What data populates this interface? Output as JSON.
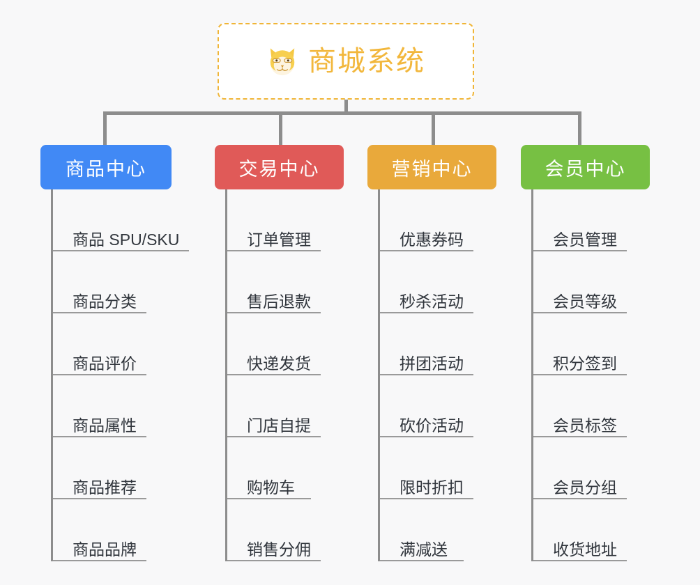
{
  "diagram": {
    "type": "mindmap",
    "background_color": "#f8f8f9",
    "root": {
      "title": "商城系统",
      "icon": "shiba-dog-face-emoji",
      "border_color": "#f0b537",
      "text_color": "#f2b73c"
    },
    "connector_color": "#8d8d8d",
    "branches": [
      {
        "label": "商品中心",
        "color": "#4189f5",
        "items": [
          "商品 SPU/SKU",
          "商品分类",
          "商品评价",
          "商品属性",
          "商品推荐",
          "商品品牌"
        ]
      },
      {
        "label": "交易中心",
        "color": "#e05a58",
        "items": [
          "订单管理",
          "售后退款",
          "快递发货",
          "门店自提",
          "购物车",
          "销售分佣"
        ]
      },
      {
        "label": "营销中心",
        "color": "#e9a93b",
        "items": [
          "优惠券码",
          "秒杀活动",
          "拼团活动",
          "砍价活动",
          "限时折扣",
          "满减送"
        ]
      },
      {
        "label": "会员中心",
        "color": "#77c043",
        "items": [
          "会员管理",
          "会员等级",
          "积分签到",
          "会员标签",
          "会员分组",
          "收货地址"
        ]
      }
    ]
  }
}
